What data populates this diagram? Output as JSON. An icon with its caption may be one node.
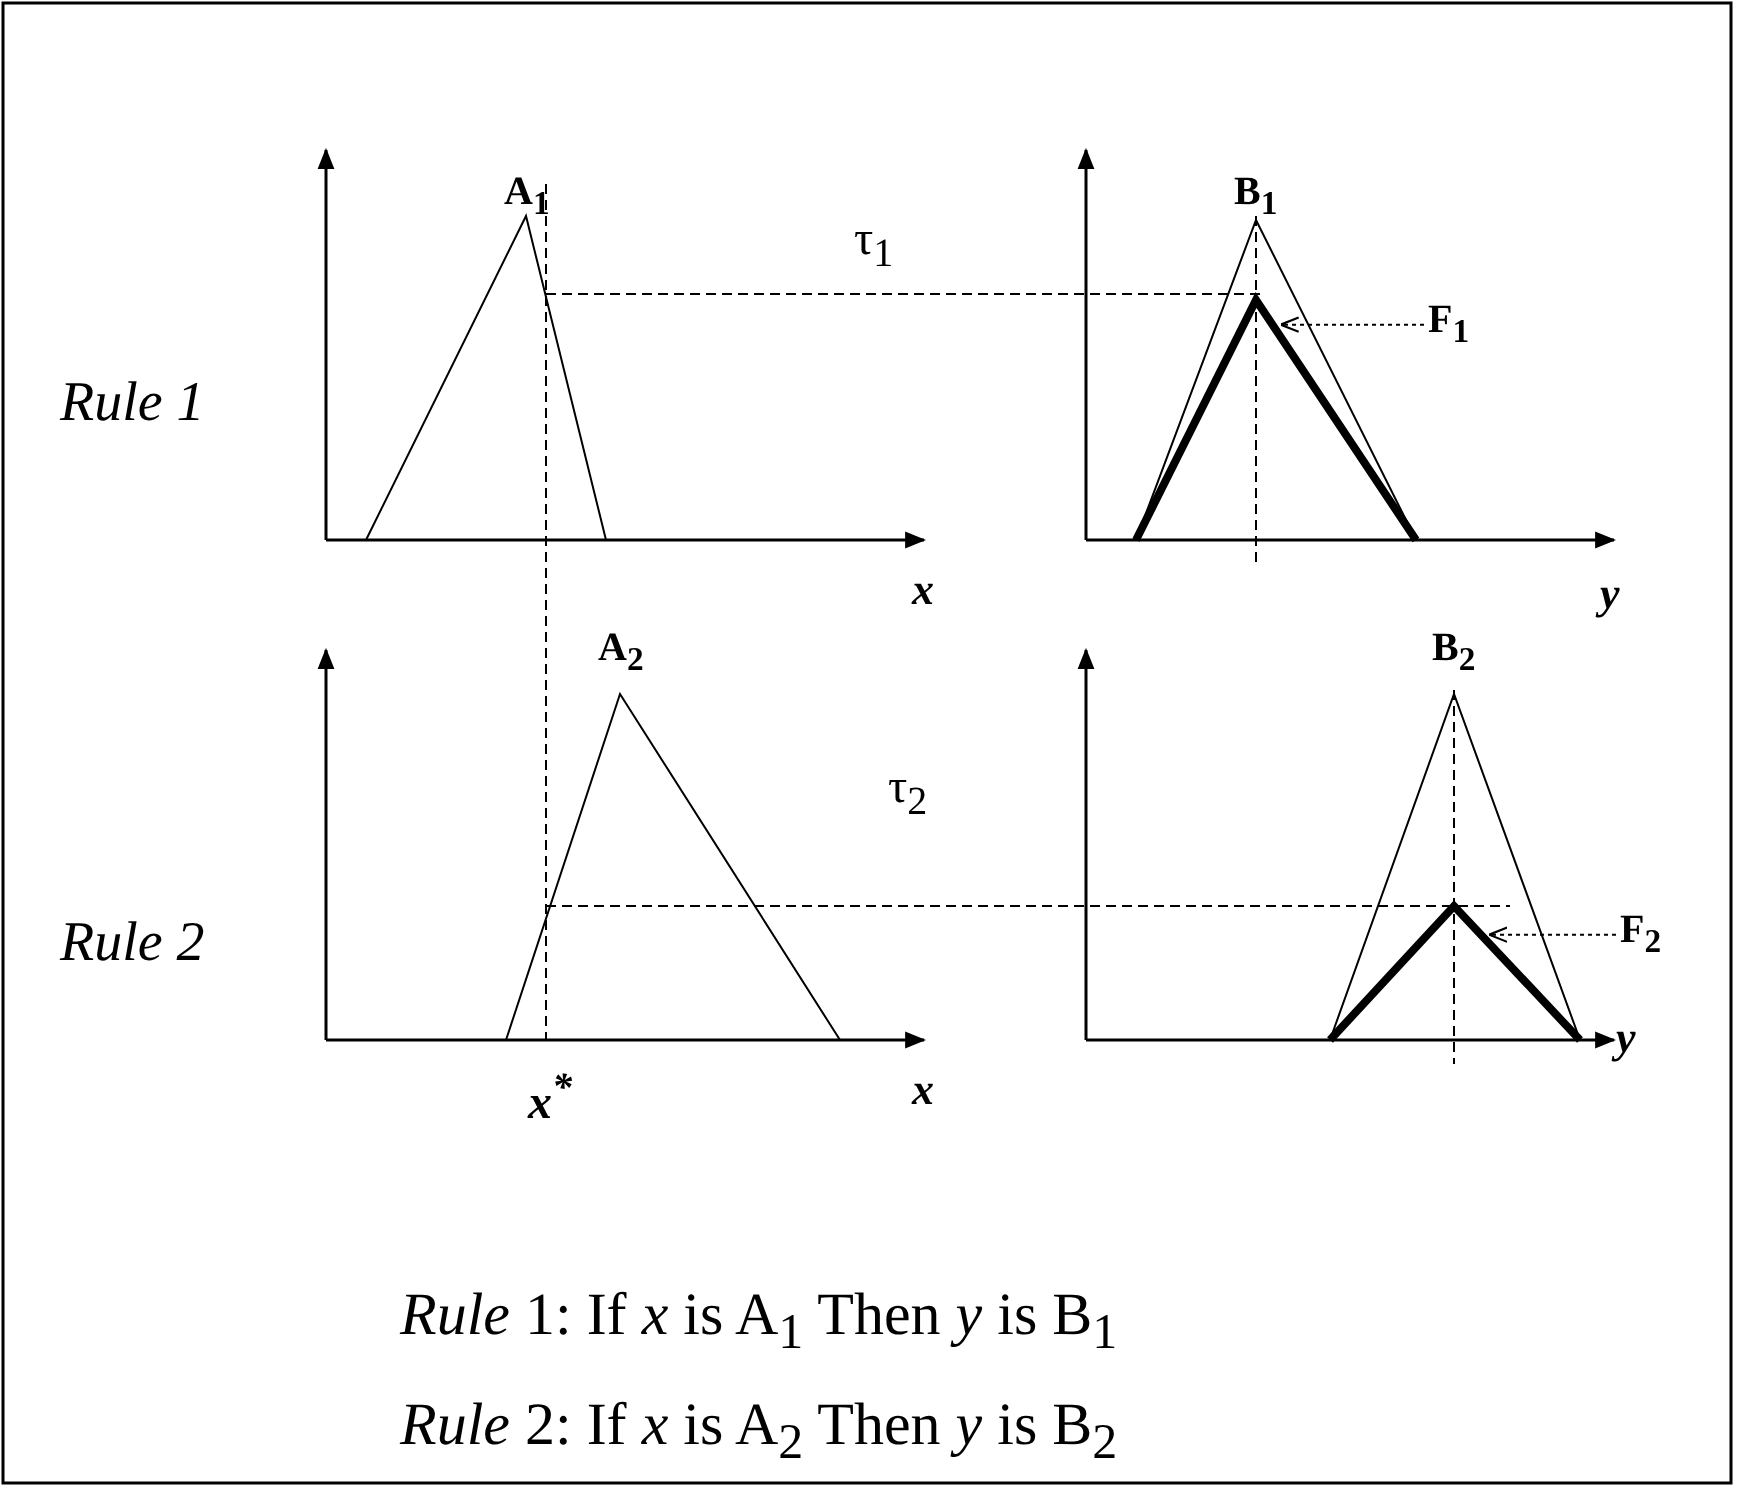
{
  "diagram": {
    "nodes": [
      {
        "text": [
          "F$_{1}$"
        ]
      },
      {
        "text": [
          "F$_{2}$"
        ]
      }
    ],
    "edges": [
      {
        "from": 0,
        "to": null,
        "arrow": "to",
        "style": "dashed"
      },
      {
        "from": 1,
        "to": null,
        "arrow": "to",
        "style": "dashed"
      }
    ],
    "labels": [
      "A$_{1}$",
      "B$_{1}$",
      "τ$_{1}$",
      "Rule 1",
      "x",
      "y",
      "A$_{2}$",
      "B$_{2}$",
      "τ$_{2}$",
      "Rule 2",
      "x$^{*}$",
      "x",
      "y",
      "*Rule* 1: If *x* is A$_{1}$ Then *y* is B$_{1}$",
      "*Rule* 2: If *x* is A$_{2}$ Then *y* is B$_{2}$"
    ]
  }
}
